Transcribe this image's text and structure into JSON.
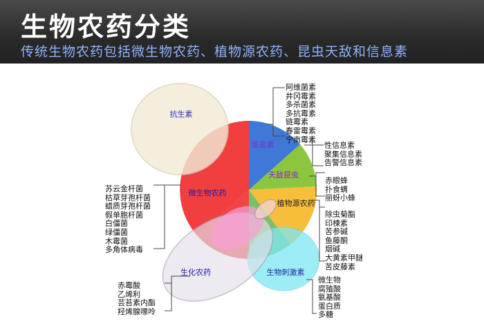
{
  "title": "生物农药分类",
  "subtitle": "传统生物农药包括微生物农药、植物源农药、昆虫天敌和信息素",
  "diagram": {
    "segments": {
      "antibiotic": "抗生素",
      "microbial": "微生物农药",
      "pheromone": "信息素",
      "natural_enemy": "天敌昆虫",
      "botanical": "植物源农药",
      "biochemical": "生化农药",
      "bio_stimulant": "生物刺激素"
    },
    "lists": {
      "antibiotic_examples": [
        "阿维菌素",
        "井冈霉素",
        "多杀菌素",
        "多抗霉素",
        "链霉素",
        "春雷霉素",
        "宁南霉素"
      ],
      "pheromone_examples": [
        "性信息素",
        "聚集信息素",
        "告警信息素"
      ],
      "natural_enemy_examples": [
        "赤眼蜂",
        "扑食螨",
        "丽蚜小蜂"
      ],
      "botanical_examples": [
        "除虫菊酯",
        "印楝素",
        "苦参碱",
        "鱼藤酮",
        "烟碱",
        "大黄素甲醚",
        "苦皮藤素"
      ],
      "microbial_examples": [
        "苏云金杆菌",
        "枯草芽孢杆菌",
        "蜡质芽孢杆菌",
        "假单胞杆菌",
        "白僵菌",
        "绿僵菌",
        "木霉菌",
        "多角体病毒"
      ],
      "biochemical_examples": [
        "赤霉酸",
        "乙烯利",
        "芸苔素内酯",
        "羟烯腺嘌呤"
      ],
      "bio_stimulant_examples": [
        "微生物",
        "腐殖酸",
        "氨基酸",
        "蛋白质",
        "多糖"
      ]
    }
  }
}
